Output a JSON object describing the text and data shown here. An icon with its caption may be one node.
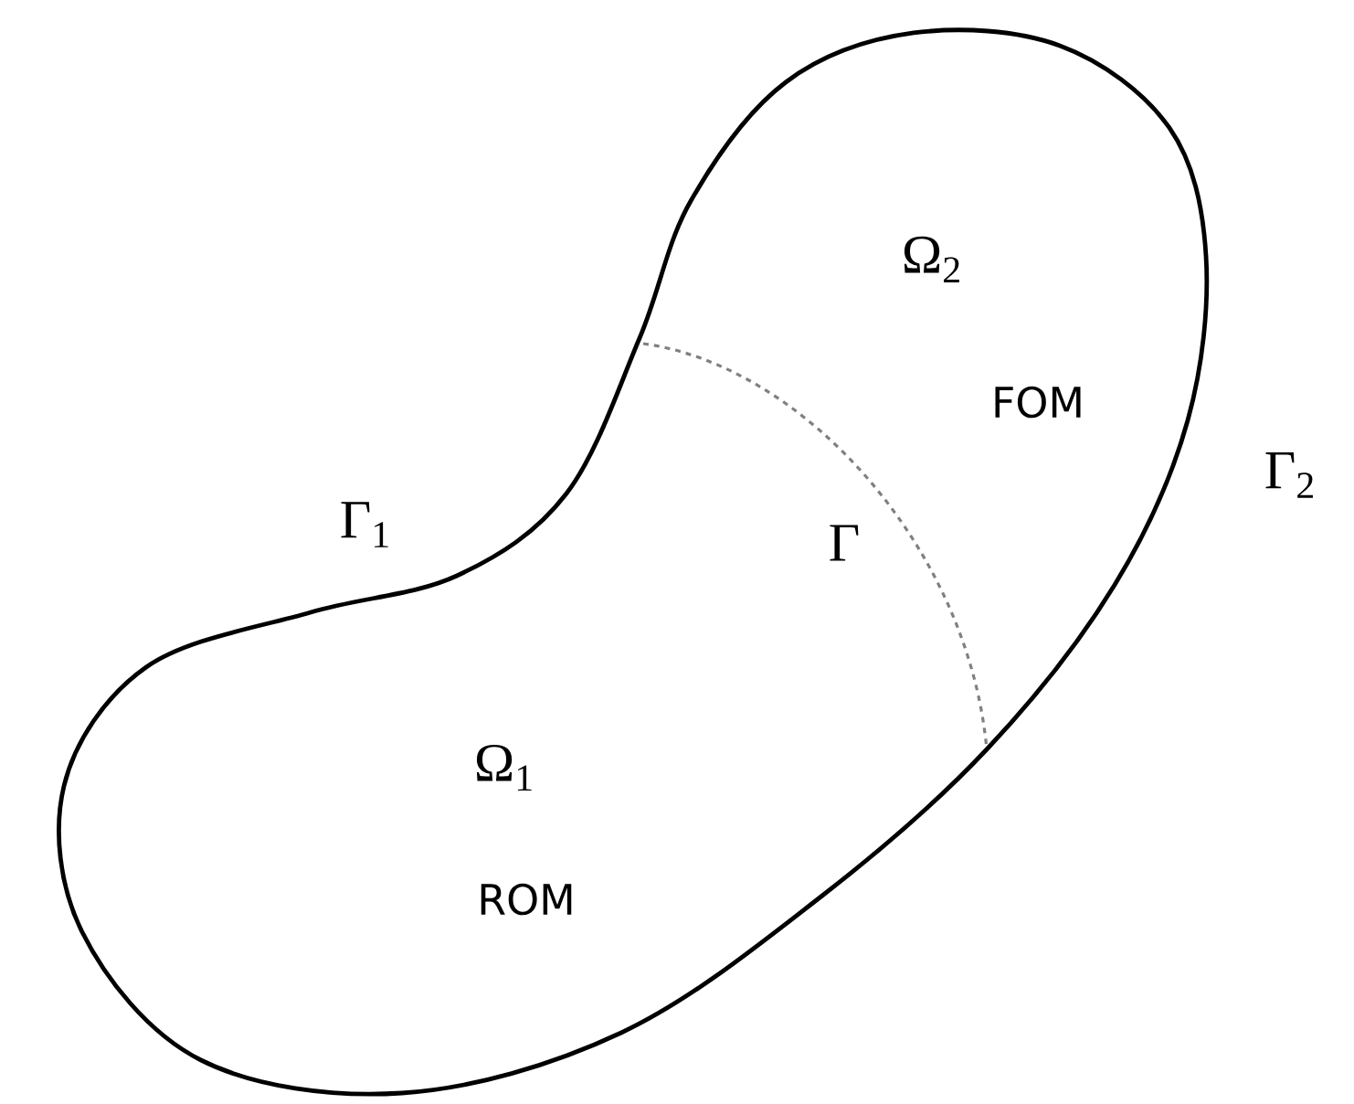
{
  "diagram": {
    "labels": [
      "Ω$_{2}$",
      "FOM",
      "Γ$_{2}$",
      "Γ$_{1}$",
      "Γ",
      "Ω$_{1}$",
      "ROM"
    ]
  }
}
